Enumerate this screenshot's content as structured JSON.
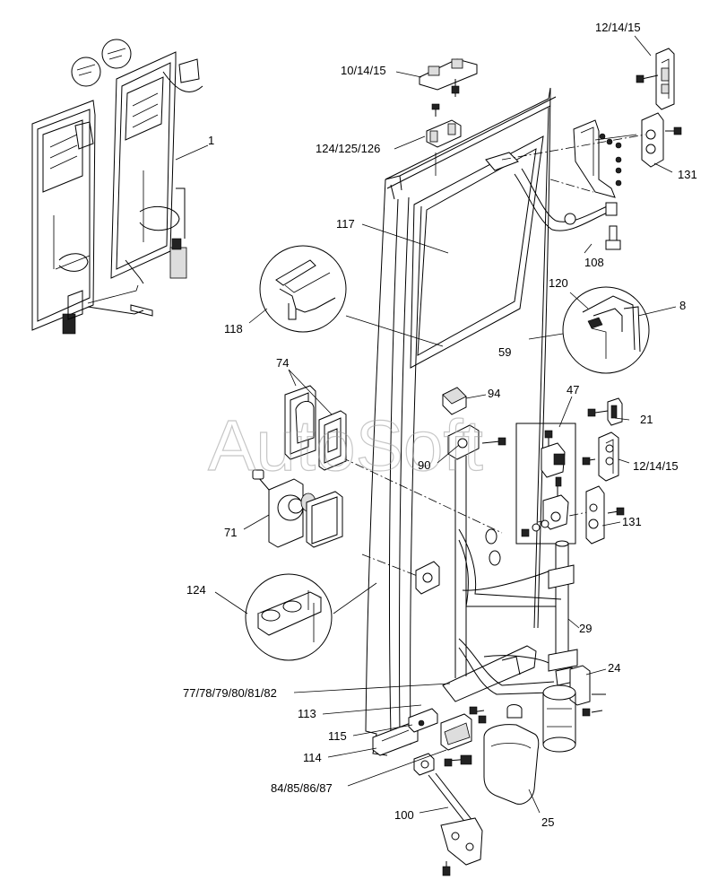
{
  "watermark": "AutoSoft",
  "labels": {
    "p1": "1",
    "p10": "10/14/15",
    "p12a": "12/14/15",
    "p124a": "124/125/126",
    "p117": "117",
    "p131a": "131",
    "p108": "108",
    "p120": "120",
    "p8": "8",
    "p118": "118",
    "p59": "59",
    "p74": "74",
    "p94": "94",
    "p47": "47",
    "p21": "21",
    "p90": "90",
    "p12b": "12/14/15",
    "p131b": "131",
    "p71": "71",
    "p124b": "124",
    "p29": "29",
    "p24": "24",
    "p77": "77/78/79/80/81/82",
    "p113": "113",
    "p115": "115",
    "p114": "114",
    "p84": "84/85/86/87",
    "p100": "100",
    "p25": "25"
  }
}
